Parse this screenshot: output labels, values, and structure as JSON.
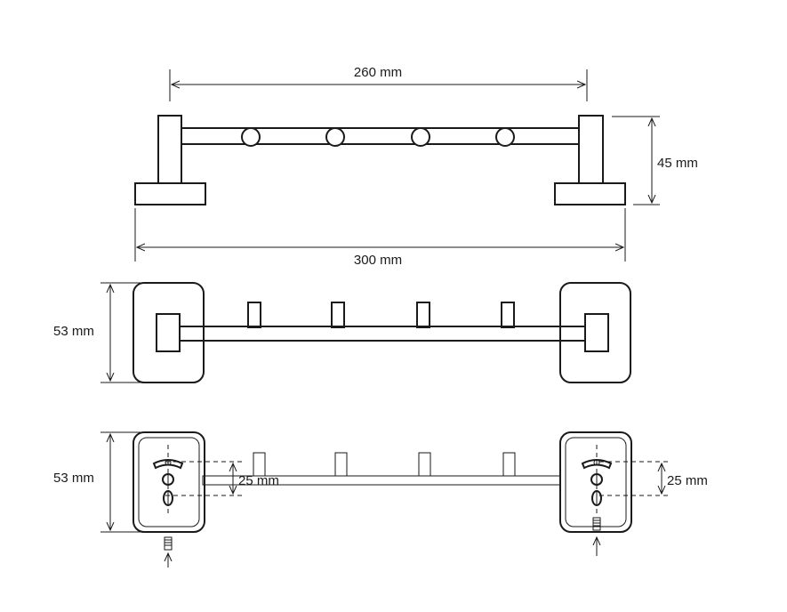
{
  "dimensions": {
    "top_width_inner": "260 mm",
    "top_width_outer": "300 mm",
    "top_height": "45 mm",
    "middle_height": "53 mm",
    "bottom_height": "53 mm",
    "bottom_hole_spacing_left": "25 mm",
    "bottom_hole_spacing_right": "25 mm"
  },
  "views": {
    "top": "side elevation",
    "middle": "front view",
    "bottom": "rear view with mounting"
  }
}
